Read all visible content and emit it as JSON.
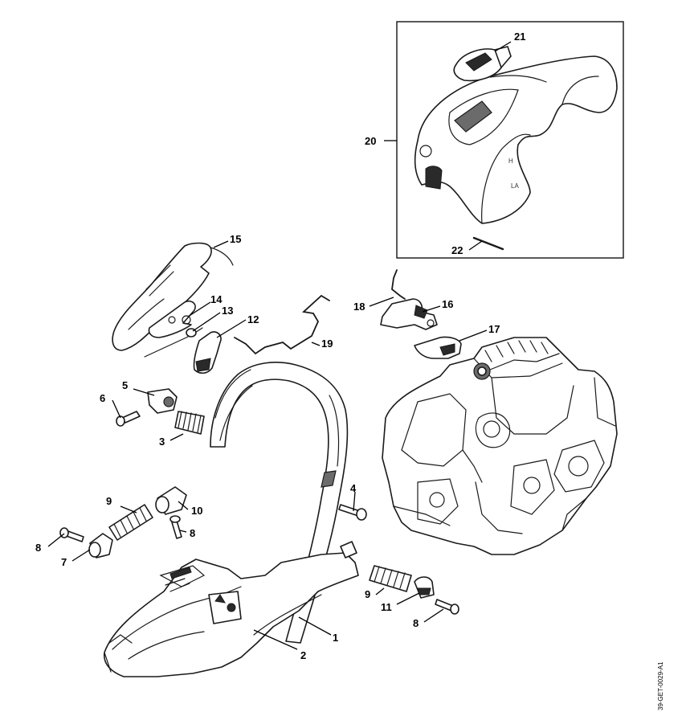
{
  "diagram": {
    "document_id": "39-GET-0029-A1",
    "cover_marks": [
      "H",
      "LA"
    ],
    "callouts": [
      {
        "id": "c1",
        "label": "1"
      },
      {
        "id": "c2",
        "label": "2"
      },
      {
        "id": "c3",
        "label": "3"
      },
      {
        "id": "c4",
        "label": "4"
      },
      {
        "id": "c5",
        "label": "5"
      },
      {
        "id": "c6",
        "label": "6"
      },
      {
        "id": "c7",
        "label": "7"
      },
      {
        "id": "c8a",
        "label": "8"
      },
      {
        "id": "c8b",
        "label": "8"
      },
      {
        "id": "c8c",
        "label": "8"
      },
      {
        "id": "c9a",
        "label": "9"
      },
      {
        "id": "c9b",
        "label": "9"
      },
      {
        "id": "c10",
        "label": "10"
      },
      {
        "id": "c11",
        "label": "11"
      },
      {
        "id": "c12",
        "label": "12"
      },
      {
        "id": "c13",
        "label": "13"
      },
      {
        "id": "c14",
        "label": "14"
      },
      {
        "id": "c15",
        "label": "15"
      },
      {
        "id": "c16",
        "label": "16"
      },
      {
        "id": "c17",
        "label": "17"
      },
      {
        "id": "c18",
        "label": "18"
      },
      {
        "id": "c19",
        "label": "19"
      },
      {
        "id": "c20",
        "label": "20"
      },
      {
        "id": "c21",
        "label": "21"
      },
      {
        "id": "c22",
        "label": "22"
      }
    ]
  }
}
